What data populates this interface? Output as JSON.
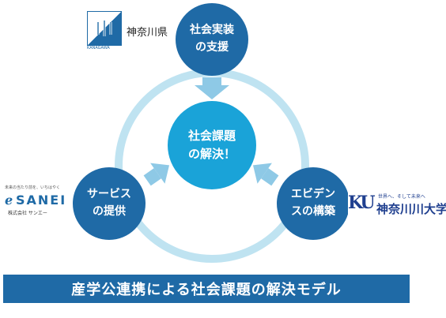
{
  "diagram": {
    "top_node": {
      "line1": "社会実装",
      "line2": "の支援"
    },
    "left_node": {
      "line1": "サービス",
      "line2": "の提供"
    },
    "right_node": {
      "line1": "エビデン",
      "line2": "スの構築"
    },
    "center_node": {
      "line1": "社会課題",
      "line2": "の解決！"
    }
  },
  "logos": {
    "kanagawa_pref": {
      "name": "神奈川県",
      "sub": "KANAGAWA"
    },
    "sanei": {
      "tagline": "未来の当たり前を、いちはやく",
      "name": "SANEI",
      "company": "株式会社 サンエー"
    },
    "kanagawa_univ": {
      "tagline": "世界へ、そして未来へ",
      "name": "神奈川川大学",
      "mark": "KU"
    }
  },
  "banner": {
    "text": "産学公連携による社会課題の解決モデル"
  },
  "colors": {
    "node": "#1f6aa6",
    "center": "#1aa3d8",
    "ring": "#b8e0ef",
    "arrow": "#8ec9e6"
  }
}
